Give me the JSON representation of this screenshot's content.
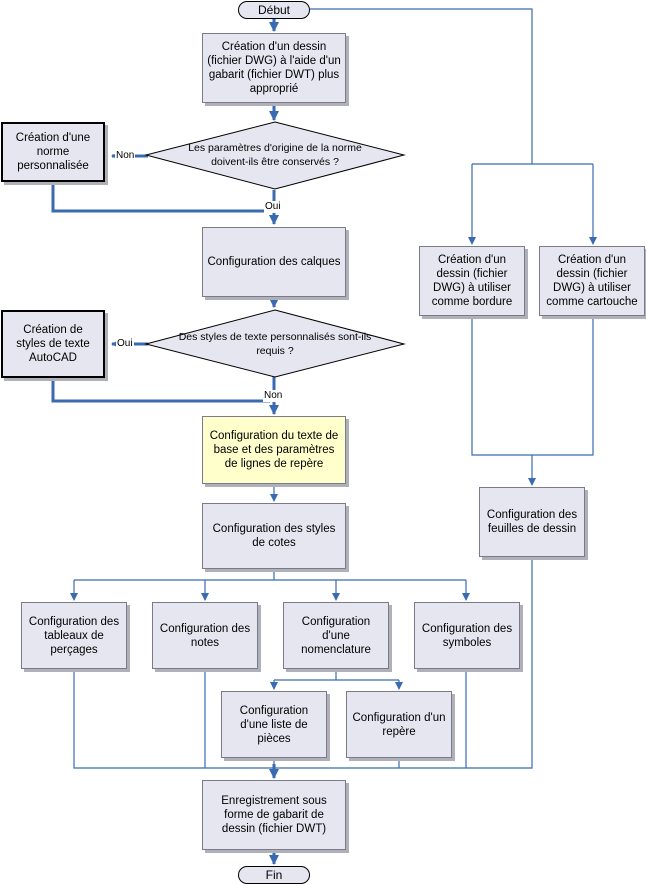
{
  "flow": {
    "start": "Début",
    "end": "Fin",
    "create_dwg": "Création d'un dessin (fichier DWG) à l'aide d'un gabarit (fichier DWT) plus approprié",
    "decision_origin": "Les paramètres d'origine de la norme doivent-ils être conservés ?",
    "custom_standard": "Création d'une norme personnalisée",
    "no_label_1": "Non",
    "yes_label_1": "Oui",
    "layers": "Configuration des calques",
    "decision_text_styles": "Des styles de texte personnalisés sont-ils requis ?",
    "text_styles": "Création de styles de texte AutoCAD",
    "yes_label_2": "Oui",
    "no_label_2": "Non",
    "base_text": "Configuration du texte de base et des paramètres de lignes de repère",
    "dim_styles": "Configuration des styles de cotes",
    "hole_tables": "Configuration des tableaux de perçages",
    "notes": "Configuration des notes",
    "nomenclature": "Configuration d'une nomenclature",
    "symbols": "Configuration des symboles",
    "parts_list": "Configuration d'une liste de pièces",
    "balloon": "Configuration d'un repère",
    "save_template": "Enregistrement sous forme de gabarit de dessin (fichier DWT)",
    "border_dwg": "Création d'un dessin (fichier DWG) à utiliser comme bordure",
    "titleblock_dwg": "Création d'un dessin (fichier DWG) à utiliser comme cartouche",
    "sheets": "Configuration des feuilles de dessin"
  }
}
